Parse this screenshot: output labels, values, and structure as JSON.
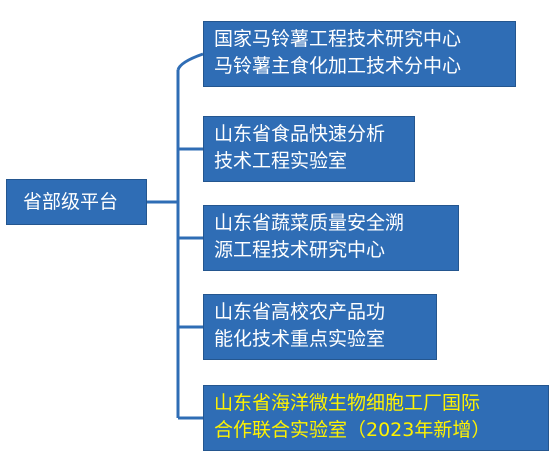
{
  "root": {
    "label": "省部级平台"
  },
  "platforms": [
    {
      "lines": [
        "国家马铃薯工程技术研究中心",
        "马铃薯主食化加工技术分中心"
      ],
      "highlight": false
    },
    {
      "lines": [
        "山东省食品快速分析",
        "技术工程实验室"
      ],
      "highlight": false
    },
    {
      "lines": [
        "山东省蔬菜质量安全溯",
        "源工程技术研究中心"
      ],
      "highlight": false
    },
    {
      "lines": [
        "山东省高校农产品功",
        "能化技术重点实验室"
      ],
      "highlight": false
    },
    {
      "lines": [
        "山东省海洋微生物细胞工厂国际",
        "合作联合实验室（2023年新增）"
      ],
      "highlight": true
    }
  ],
  "colors": {
    "box_fill": "#2f6db5",
    "connector": "#2f6db5",
    "text": "#ffffff",
    "highlight_text": "#fff200"
  }
}
